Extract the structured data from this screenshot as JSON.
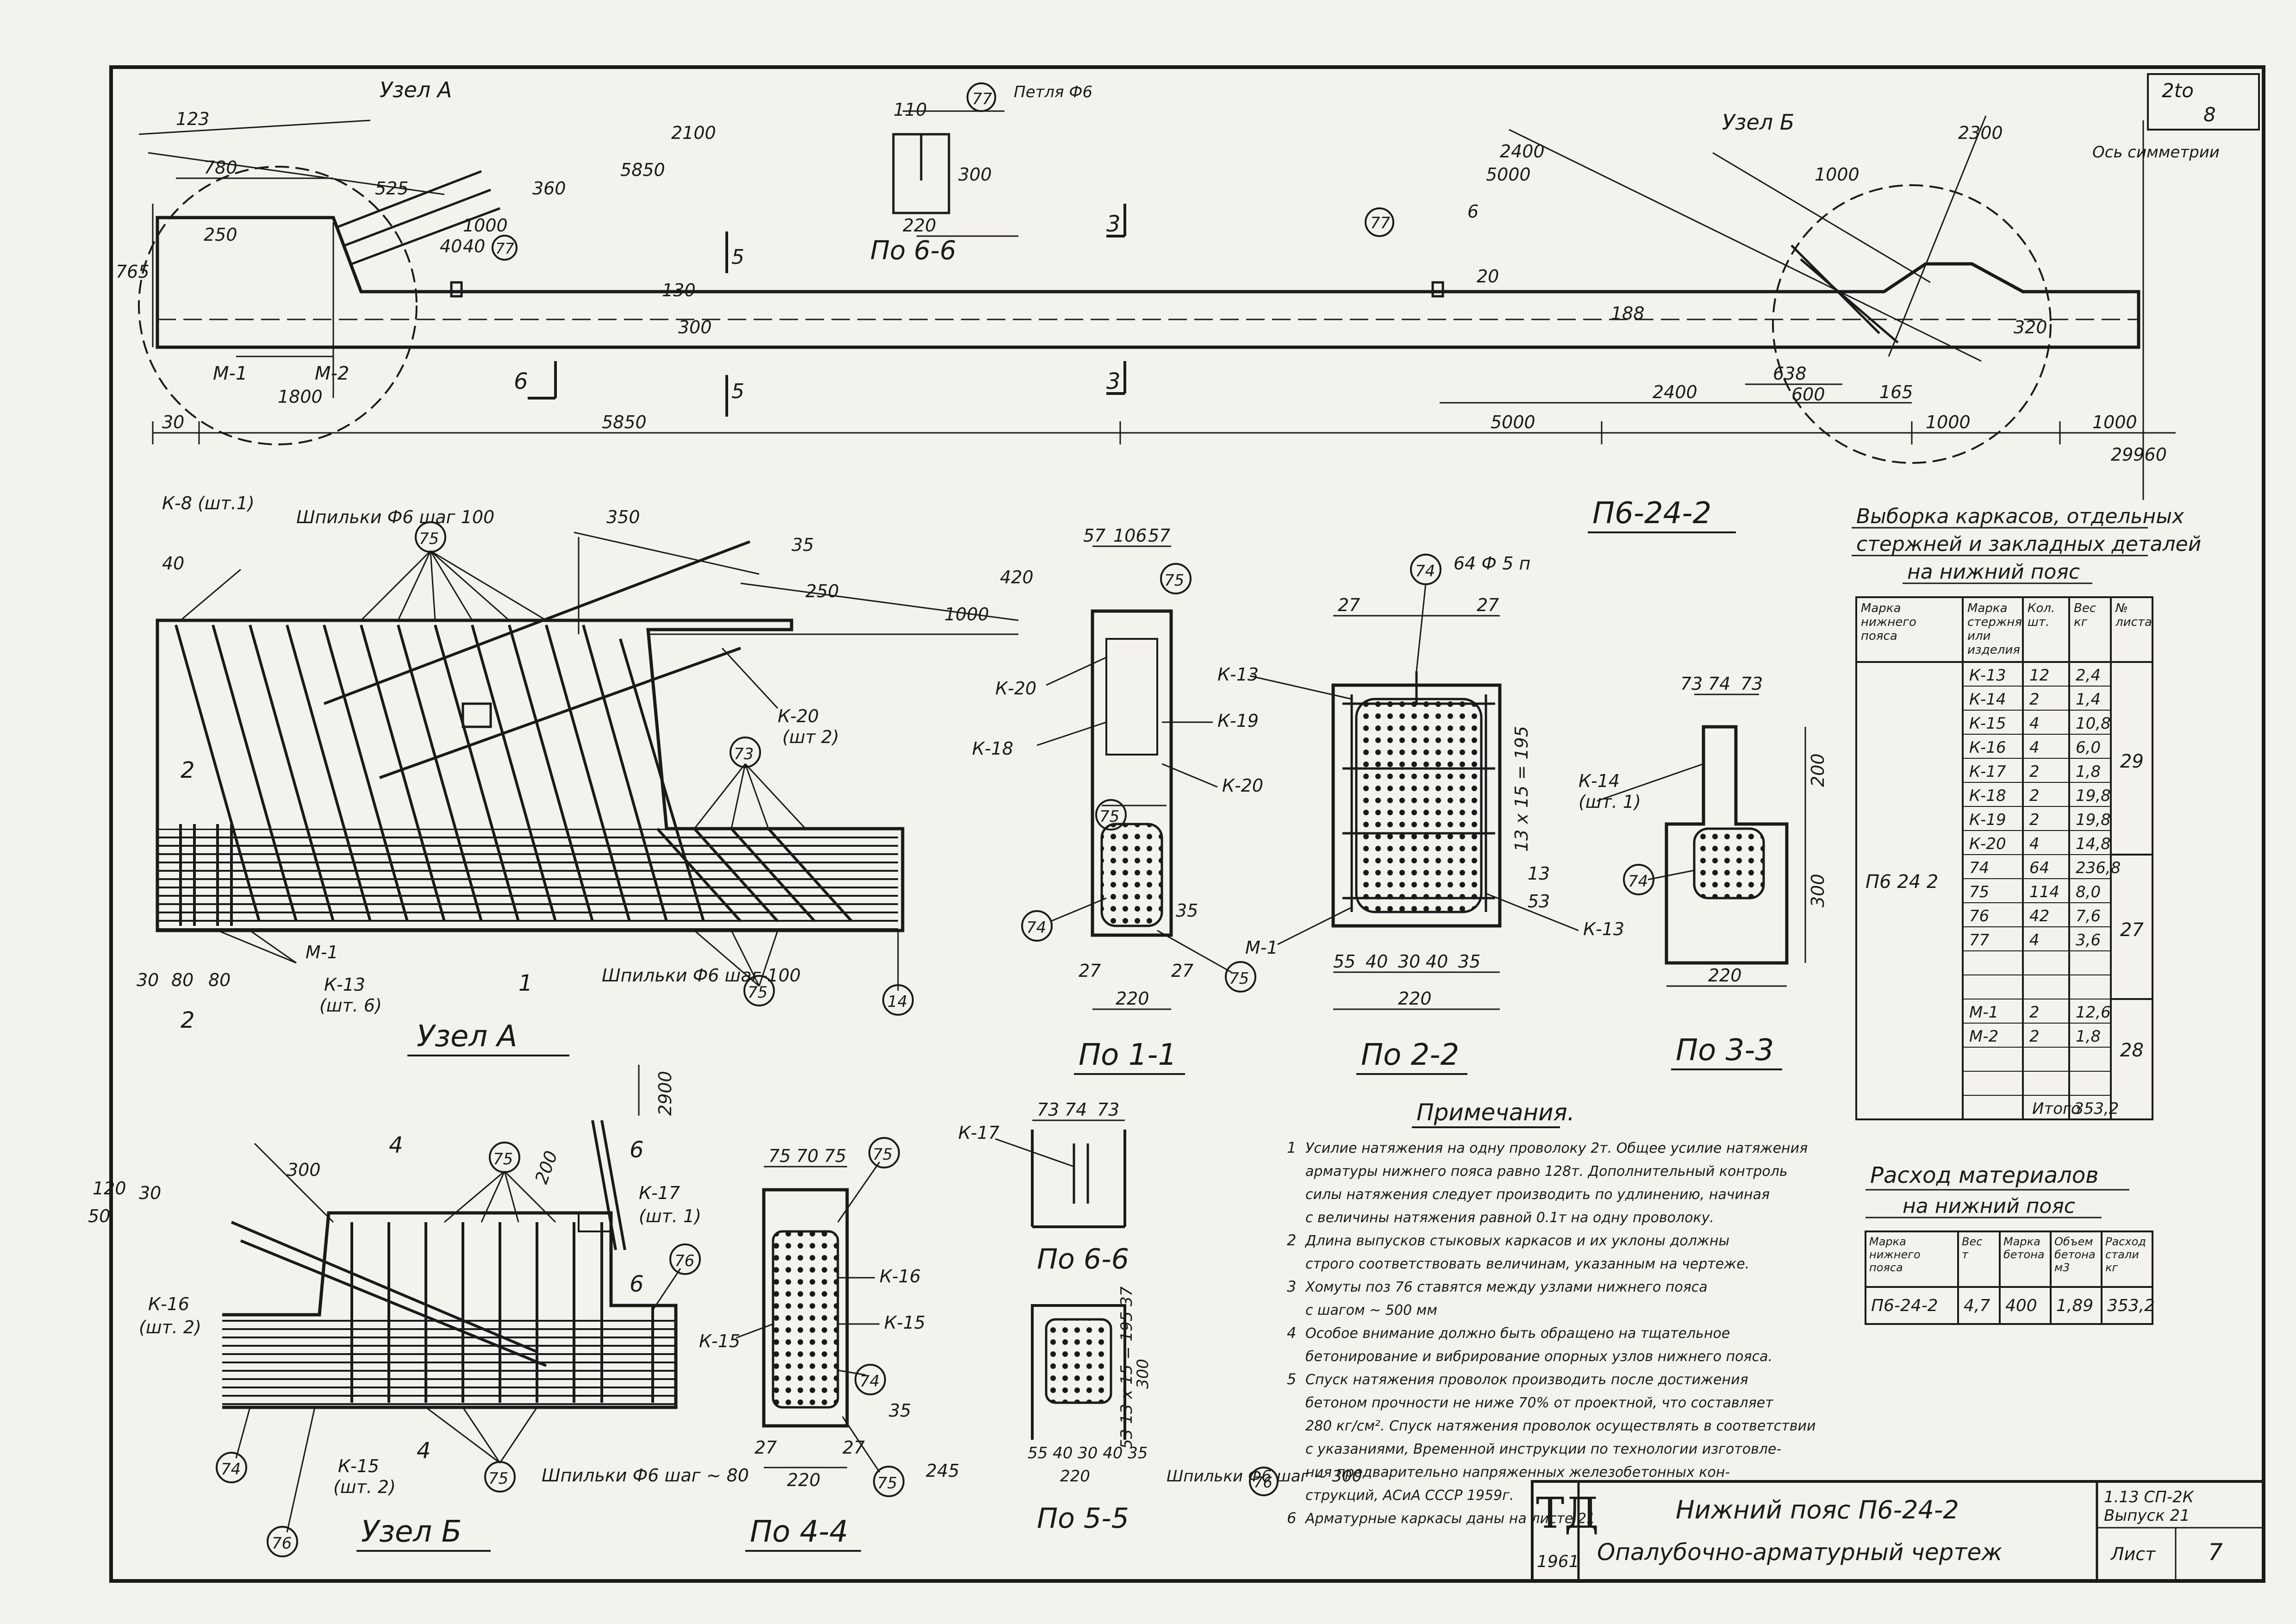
{
  "sheet": {
    "corner_top": "2to",
    "corner_sub": "8",
    "title_code": "ТД",
    "title_year": "1961",
    "title_line1": "Нижний пояс П6-24-2",
    "title_line2": "Опалубочно-арматурный чертеж",
    "series": "1.13 СП-2К",
    "issue": "Выпуск 21",
    "sheet_label": "Лист",
    "sheet_number": "7"
  },
  "elevation": {
    "node_a": "Узел А",
    "node_b": "Узел Б",
    "axis_note": "Ось симметрии",
    "loop_label": "Петля Ф6",
    "section_title": "По 6-6",
    "dims": {
      "d123": "123",
      "d780": "780",
      "d765": "765",
      "d250": "250",
      "d525": "525",
      "d360": "360",
      "d1000a": "1000",
      "d40": "40",
      "d40b": "40",
      "d5850a": "5850",
      "d2100": "2100",
      "d1800": "1800",
      "d30": "30",
      "d5850b": "5850",
      "d5000a": "5000",
      "d2400a": "2400",
      "d6": "6",
      "d1000b": "1000",
      "d2300": "2300",
      "d638": "638",
      "d600": "600",
      "d165": "165",
      "d320": "320",
      "d2400b": "2400",
      "d5000b": "5000",
      "d1000c": "1000",
      "d1000d": "1000",
      "d29960": "29960",
      "d110": "110",
      "d300": "300",
      "d220": "220",
      "d130": "130",
      "d300b": "300",
      "d188": "188",
      "d20": "20"
    },
    "marks": {
      "m1": "М-1",
      "m2": "М-2",
      "circle77": "77",
      "circle77b": "77",
      "s3": "3",
      "s5": "5",
      "s6": "6"
    }
  },
  "node_a_detail": {
    "title": "Узел А",
    "stud_top": "Шпильки Ф6 шаг 100",
    "stud_bottom": "Шпильки Ф6 шаг-100",
    "k8": "К-8 (шт.1)",
    "k20": "К-20",
    "k20_count": "(шт 2)",
    "k13": "К-13",
    "k13_count": "(шт. 6)",
    "m1": "М-1",
    "c75": "75",
    "c73": "73",
    "c14": "14",
    "dims": {
      "d350": "350",
      "d35": "35",
      "d250": "250",
      "d1000": "1000",
      "d420": "420",
      "d40": "40",
      "d30": "30",
      "d80a": "80",
      "d80b": "80"
    },
    "s1": "1",
    "s2": "2",
    "s2b": "2"
  },
  "section_1_1": {
    "title": "По 1-1",
    "k20a": "К-20",
    "k18": "К-18",
    "k19": "К-19",
    "k20b": "К-20",
    "c75a": "75",
    "c75b": "75",
    "c75c": "75",
    "c74": "74",
    "dims": {
      "d57a": "57",
      "d106": "106",
      "d57b": "57",
      "d27a": "27",
      "d27b": "27",
      "d220": "220",
      "d35": "35"
    }
  },
  "pb_title": "П6-24-2",
  "section_2_2": {
    "title": "По 2-2",
    "wires": "64 Ф 5 п",
    "c74": "74",
    "k13a": "К-13",
    "k13b": "К-13",
    "m1": "М-1",
    "dims": {
      "d27a": "27",
      "d27b": "27",
      "d13x15": "13 x 15 = 195",
      "d13": "13",
      "d53": "53",
      "d55": "55",
      "d40a": "40",
      "d30": "30",
      "d40b": "40",
      "d35": "35",
      "d220": "220"
    }
  },
  "section_3_3": {
    "title": "По 3-3",
    "k14": "К-14",
    "k14_count": "(шт. 1)",
    "c74": "74",
    "dims": {
      "d73a": "73",
      "d74": "74",
      "d73b": "73",
      "d200": "200",
      "d300": "300",
      "d220": "220"
    }
  },
  "node_b_detail": {
    "title": "Узел Б",
    "k16": "К-16",
    "k16_count": "(шт. 2)",
    "k15": "К-15",
    "k15_count": "(шт. 2)",
    "k17": "К-17",
    "k17_count": "(шт. 1)",
    "studs": "Шпильки Ф6 шаг ~ 80",
    "c75": "75",
    "c76a": "76",
    "c76b": "76",
    "c74": "74",
    "dims": {
      "d2900": "2900",
      "d200": "200",
      "d300": "300",
      "d120": "120",
      "d50": "50",
      "d30": "30"
    },
    "s4a": "4",
    "s4b": "4",
    "s6a": "6",
    "s6b": "6"
  },
  "section_4_4": {
    "title": "По 4-4",
    "k16": "К-16",
    "k15a": "К-15",
    "k15b": "К-15",
    "c75": "75",
    "c74": "74",
    "c75b": "75",
    "dims": {
      "d75a": "75",
      "d70": "70",
      "d75b": "75",
      "d27a": "27",
      "d27b": "27",
      "d220": "220",
      "d35": "35",
      "d245": "245"
    }
  },
  "section_6_6b": {
    "title": "По 6-6",
    "k17": "К-17",
    "dims": {
      "d73a": "73",
      "d74": "74",
      "d73b": "73"
    }
  },
  "section_5_5": {
    "title": "По 5-5",
    "dims": {
      "bot": "55 40 30 40 35",
      "d220": "220",
      "d300": "300",
      "d53": "53 13 x 15 = 195 37"
    },
    "studs": "Шпильки Ф6 шаг ~ 300",
    "c76": "76"
  },
  "notes": {
    "title": "Примечания.",
    "items": [
      {
        "num": "1",
        "lines": [
          "Усилие натяжения на одну проволоку 2т. Общее усилие натяжения",
          "арматуры нижнего пояса равно 128т. Дополнительный контроль",
          "силы натяжения следует производить по удлинению, начиная",
          "с величины натяжения равной 0.1т на одну проволоку."
        ]
      },
      {
        "num": "2",
        "lines": [
          "Длина выпусков стыковых каркасов и их уклоны должны",
          "строго соответствовать величинам, указанным на чертеже."
        ]
      },
      {
        "num": "3",
        "lines": [
          "Хомуты поз 76 ставятся между узлами нижнего пояса",
          "с шагом ~ 500 мм"
        ]
      },
      {
        "num": "4",
        "lines": [
          "Особое внимание должно быть обращено на тщательное",
          "бетонирование и вибрирование опорных узлов нижнего пояса."
        ]
      },
      {
        "num": "5",
        "lines": [
          "Спуск натяжения проволок производить после достижения",
          "бетоном прочности не ниже 70% от проектной, что составляет",
          "280 кг/см². Спуск натяжения проволок осуществлять в соответствии",
          "с указаниями, Временной инструкции по технологии изготовле-",
          "ния предварительно напряженных железобетонных кон-",
          "струкций, АСиА СССР 1959г."
        ]
      },
      {
        "num": "6",
        "lines": [
          "Арматурные каркасы даны на листе    21"
        ]
      }
    ]
  },
  "table1": {
    "title_line1": "Выборка каркасов, отдельных",
    "title_line2": "стержней и закладных деталей",
    "title_line3": "на нижний пояс",
    "headers": [
      "Марка нижнего пояса",
      "Марка стержня или изделия",
      "Кол. шт.",
      "Вес кг",
      "№ листа"
    ],
    "mark": "П6 24 2",
    "rows": [
      [
        "К-13",
        "12",
        "2,4"
      ],
      [
        "К-14",
        "2",
        "1,4"
      ],
      [
        "К-15",
        "4",
        "10,8"
      ],
      [
        "К-16",
        "4",
        "6,0"
      ],
      [
        "К-17",
        "2",
        "1,8"
      ],
      [
        "К-18",
        "2",
        "19,8"
      ],
      [
        "К-19",
        "2",
        "19,8"
      ],
      [
        "К-20",
        "4",
        "14,8"
      ],
      [
        "74",
        "64",
        "236,8"
      ],
      [
        "75",
        "114",
        "8,0"
      ],
      [
        "76",
        "42",
        "7,6"
      ],
      [
        "77",
        "4",
        "3,6"
      ],
      [
        "",
        "",
        ""
      ],
      [
        "",
        "",
        ""
      ],
      [
        "М-1",
        "2",
        "12,6"
      ],
      [
        "М-2",
        "2",
        "1,8"
      ],
      [
        "",
        "",
        ""
      ],
      [
        "",
        "",
        ""
      ]
    ],
    "sheet_refs": [
      "29",
      "27",
      "28"
    ],
    "total_label": "Итого",
    "total_value": "353,2"
  },
  "table2": {
    "title_line1": "Расход материалов",
    "title_line2": "на нижний пояс",
    "headers": [
      "Марка нижнего пояса",
      "Вес т",
      "Марка бетона",
      "Объем бетона м3",
      "Расход стали кг"
    ],
    "row": [
      "П6-24-2",
      "4,7",
      "400",
      "1,89",
      "353,2"
    ]
  }
}
